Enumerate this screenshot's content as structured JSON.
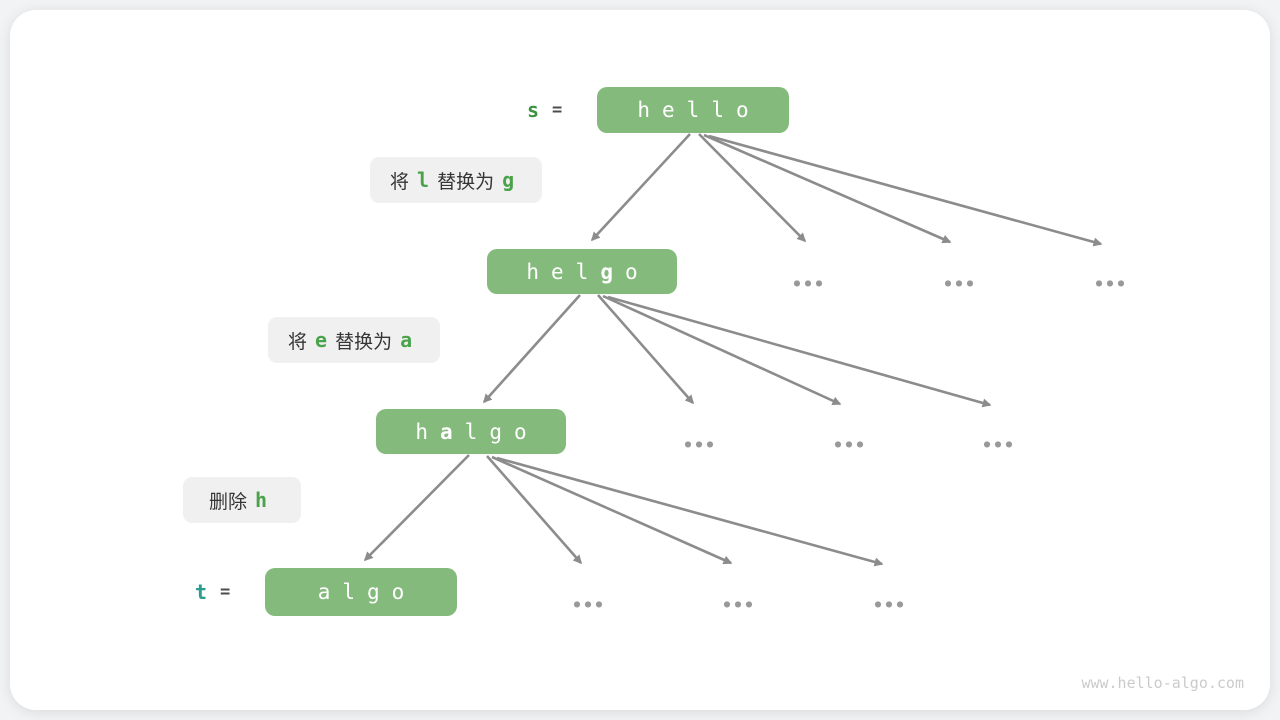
{
  "page": {
    "watermark": "www.hello-algo.com"
  },
  "colors": {
    "node_green": "#85ba7d",
    "code_green": "#4aa34a",
    "var_s_color": "#3c9440",
    "var_t_color": "#2b9d8f",
    "arrow_gray": "#8c8c8c",
    "label_bg": "#f0f0f1",
    "dots_gray": "#999999",
    "watermark_gray": "#cbcbcb"
  },
  "ellipsis": "●●●",
  "tree": {
    "nodes": [
      {
        "id": "hello",
        "var": "s",
        "eq": "=",
        "chars": [
          "h",
          "e",
          "l",
          "l",
          "o"
        ],
        "bold_index": -1
      },
      {
        "id": "helgo",
        "chars": [
          "h",
          "e",
          "l",
          "g",
          "o"
        ],
        "bold_index": 3
      },
      {
        "id": "halgo",
        "chars": [
          "h",
          "a",
          "l",
          "g",
          "o"
        ],
        "bold_index": 1
      },
      {
        "id": "algo",
        "var": "t",
        "eq": "=",
        "chars": [
          "a",
          "l",
          "g",
          "o"
        ],
        "bold_index": -1
      }
    ],
    "ops": [
      {
        "prefix": "将",
        "code1": "l",
        "middle": "替换为",
        "code2": "g"
      },
      {
        "prefix": "将",
        "code1": "e",
        "middle": "替换为",
        "code2": "a"
      },
      {
        "prefix": "删除",
        "code1": "h",
        "middle": "",
        "code2": ""
      }
    ]
  }
}
